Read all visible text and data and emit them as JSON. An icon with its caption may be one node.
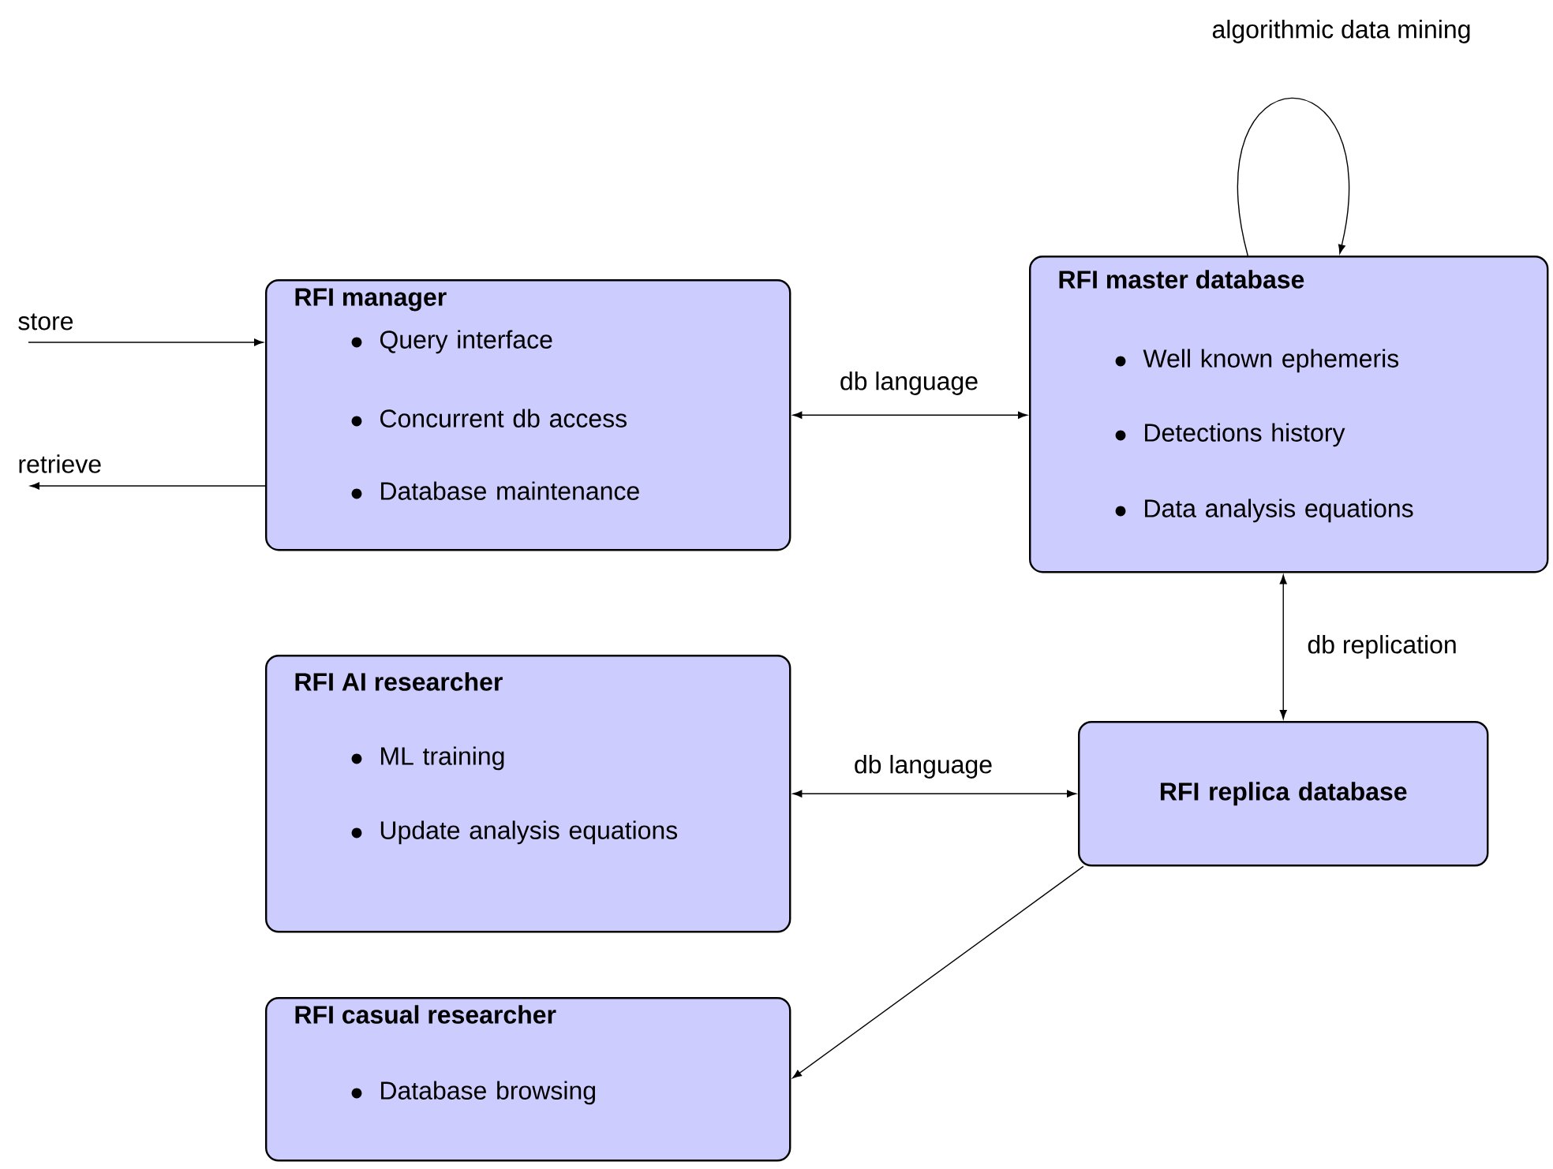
{
  "diagram": {
    "nodes": [
      {
        "text": [
          "RFI manager",
          "Query interface",
          "Concurrent db access",
          "Database maintenance"
        ]
      },
      {
        "text": [
          "RFI master database",
          "Well known ephemeris",
          "Detections history",
          "Data analysis equations"
        ]
      },
      {
        "text": [
          "RFI AI researcher",
          "ML training",
          "Update analysis equations"
        ]
      },
      {
        "text": [
          "RFI replica database"
        ]
      },
      {
        "text": [
          "RFI casual researcher",
          "Database browsing"
        ]
      }
    ],
    "edges": [
      {
        "from": null,
        "to": 0,
        "arrow": "to",
        "label": "store"
      },
      {
        "from": 0,
        "to": null,
        "arrow": "to",
        "label": "retrieve"
      },
      {
        "from": 0,
        "to": 1,
        "arrow": "both",
        "label": "db language"
      },
      {
        "from": 1,
        "to": 1,
        "arrow": "to",
        "label": "algorithmic data mining"
      },
      {
        "from": 1,
        "to": 3,
        "arrow": "both",
        "label": "db replication"
      },
      {
        "from": 2,
        "to": 3,
        "arrow": "both",
        "label": "db language"
      },
      {
        "from": 3,
        "to": 4,
        "arrow": "to"
      }
    ]
  }
}
